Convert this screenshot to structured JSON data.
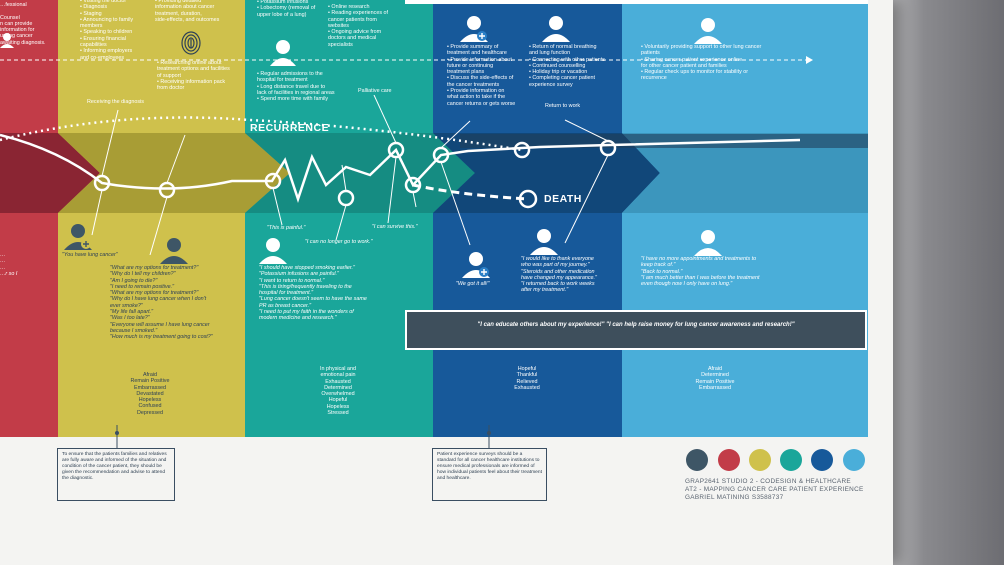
{
  "stages": {
    "red_top": "…fessional\n\nCounsel\nn can provide\ninformation for\nurging cancer\nawaiting diagnosis.",
    "yellow_top_a": "• Visiting the doctor\n• Diagnosis\n• Staging\n• Announcing to family\n  members\n• Speaking to children\n• Ensuring financial\n  capabilities\n• Informing employers\n  and co-employees",
    "yellow_top_b": "• Providing detailed\n  information about cancer\n  treatment, duration,\n  side-effects, and outcomes",
    "yellow_top_c": "• Researching online about\n  treatment options and facilities\n  of support\n• Receiving information pack\n  from doctor",
    "teal_top_a": "• Potassium infusions\n• Lobectomy (removal of\n  upper lobe of a lung)",
    "teal_top_b": "• Online research\n• Reading experiences of\n  cancer patients from\n  websites\n• Ongoing advice from\n  doctors and medical\n  specialists",
    "teal_top_c": "• Regular admissions to the\n  hospital for treatment\n• Long distance travel due to\n  lack of facilities in regional areas\n• Spend more time with family",
    "blue_top_a": "• Provide summary of\n  treatment and healthcare\n• Provide information about\n  future or continuing\n  treatment plans\n• Discuss the side-effects of\n  the cancer treatments\n• Provide information on\n  what action to take if the\n  cancer returns or gets worse",
    "blue_top_b": "• Return of normal breathing\n  and lung function\n• Connecting with other patients\n• Continued counselling\n• Holiday trip or vacation\n• Completing cancer patient\n  experience survey",
    "sky_top": "• Voluntarily providing support to other lung cancer\n  patients\n• Sharing cancer patient experience online\n  for other cancer patient and families\n• Regular check ups to monitor for stability or\n  recurrence"
  },
  "timeline": {
    "receiving_diagnosis": "Receiving the diagnosis",
    "recurrence": "RECURRENCE",
    "palliative_care": "Palliative care",
    "return_to_work": "Return to work",
    "death": "DEATH"
  },
  "quotes": {
    "red": "…\n…\n…\n…r so I",
    "you_have": "\"You have lung cancer\"",
    "yellow": "\"What are my options for treatment?\"\n\"Why do I tell my children?\"\n\"Am I going to die?\"\n\"I need to remain positive.\"\n\"What are my options for treatment?\"\n\"Why do I have lung cancer when I don't\never smoke?\"\n\"My life fall apart.\"\n\"Was I too late?\"\n\"Everyone will assume I have lung cancer\nbecause I smoked.\"\n\"How much is my treatment going to cost?\"",
    "painful": "\"This is painful.\"",
    "no_longer_work": "\"I can no longer go to work.\"",
    "survive": "\"I can survive this.\"",
    "teal": "\"I should have stopped smoking earlier.\"\n\"Potassium infusions are painful.\"\n\"I want to return to normal.\"\n\"This is tiring/frequently traveling to the\nhospital for treatment.\"\n\"Lung cancer doesn't seem to have the same\nPR as breast cancer.\"\n\"I need to put my faith in the wonders of\nmodern medicine and research.\"",
    "we_got_it": "\"We got it all!\"",
    "blue": "\"I would like to thank everyone\nwho was part of my journey.\"\n\"Steroids and other medication\nhave changed my appearance.\"\n\"I returned back to work weeks\nafter my treatment.\"",
    "sky": "\"I have no more appointments and treatments to\nkeep track of.\"\n\"Back to normal.\"\n\"I am much better than I was before the treatment\neven though now I only have on lung.\""
  },
  "callout": "\"I can educate others about my experience!\"\n\"I can help raise money for lung cancer awareness and research!\"",
  "emotions": {
    "yellow": "Afraid\nRemain Positive\nEmbarrassed\nDevastated\nHopeless\nConfused\nDepressed",
    "teal": "In physical and\nemotional pain\nExhausted\nDetermined\nOverwhelmed\nHopeful\nHopeless\nStressed",
    "blue": "Hopeful\nThankful\nRelieved\nExhausted",
    "sky": "Afraid\nDetermined\nRemain Positive\nEmbarrassed"
  },
  "notes": {
    "left": "To ensure that the patients families and relatives are fully aware and informed of the situation and condition of the cancer patient, they should be given the recommendation and advise to attend the diagnostic.",
    "right": "Patient experience surveys should be a standard for all cancer healthcare institutions to ensure medical professionals are informed of how individual patients feel about their treatment and healthcare."
  },
  "credits": {
    "line1": "GRAP2641 STUDIO 2 - CODESIGN & HEALTHCARE",
    "line2": "AT2 - MAPPING CANCER CARE PATIENT EXPERIENCE",
    "line3": "GABRIEL MATINING S3588737"
  },
  "colors": {
    "slate": "#3e5666",
    "red": "#c23c48",
    "yellow": "#cfc14c",
    "teal": "#1aa69a",
    "blue": "#17599a",
    "sky": "#4aaed9"
  },
  "icons": [
    "user-icon",
    "user-plus-icon",
    "fingerprint-icon"
  ]
}
